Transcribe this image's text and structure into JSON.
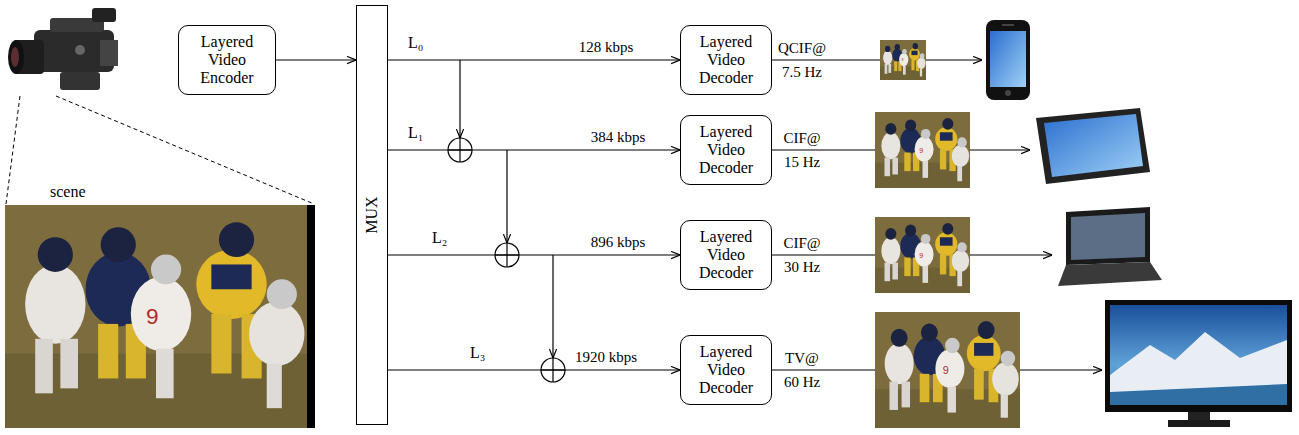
{
  "diagram": {
    "nodes": [
      {
        "text": [
          "Layered Video Encoder"
        ]
      },
      {
        "text": [
          "MUX"
        ]
      },
      {
        "text": [
          "Layered Video Decoder"
        ]
      },
      {
        "text": [
          "Layered Video Decoder"
        ]
      },
      {
        "text": [
          "Layered Video Decoder"
        ]
      },
      {
        "text": [
          "Layered Video Decoder"
        ]
      }
    ],
    "edges": [
      {
        "from": 0,
        "to": 1,
        "arrow": "to"
      },
      {
        "from": 1,
        "to": 2,
        "label": "128 kbps",
        "arrow": "to"
      },
      {
        "from": 1,
        "to": 3,
        "label": "384 kbps",
        "arrow": "to"
      },
      {
        "from": 1,
        "to": 4,
        "label": "896 kbps",
        "arrow": "to"
      },
      {
        "from": 1,
        "to": 5,
        "label": "1920 kbps",
        "arrow": "to"
      }
    ],
    "labels": [
      "L₀",
      "L₁",
      "L₂",
      "L₃",
      "QCIF@ 7.5 Hz",
      "CIF@ 15 Hz",
      "CIF@ 30 Hz",
      "TV@ 60 Hz",
      "scene"
    ]
  }
}
